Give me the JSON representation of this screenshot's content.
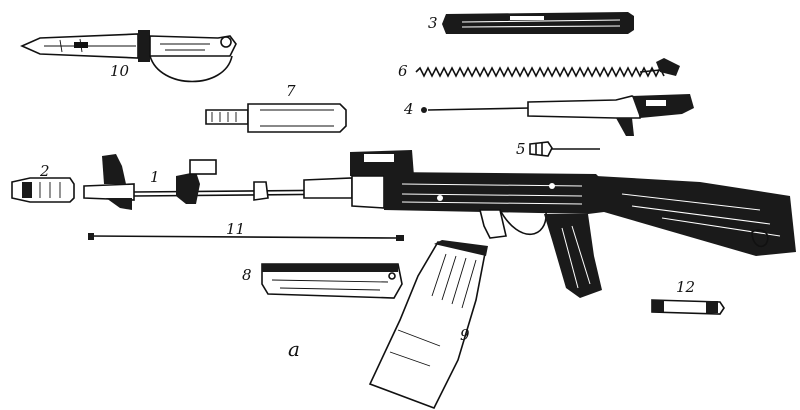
{
  "figure": {
    "sublabel": "a",
    "parts": [
      {
        "id": "1",
        "label": "1"
      },
      {
        "id": "2",
        "label": "2"
      },
      {
        "id": "3",
        "label": "3"
      },
      {
        "id": "4",
        "label": "4"
      },
      {
        "id": "5",
        "label": "5"
      },
      {
        "id": "6",
        "label": "6"
      },
      {
        "id": "7",
        "label": "7"
      },
      {
        "id": "8",
        "label": "8"
      },
      {
        "id": "9",
        "label": "9"
      },
      {
        "id": "10",
        "label": "10"
      },
      {
        "id": "11",
        "label": "11"
      },
      {
        "id": "12",
        "label": "12"
      }
    ]
  }
}
